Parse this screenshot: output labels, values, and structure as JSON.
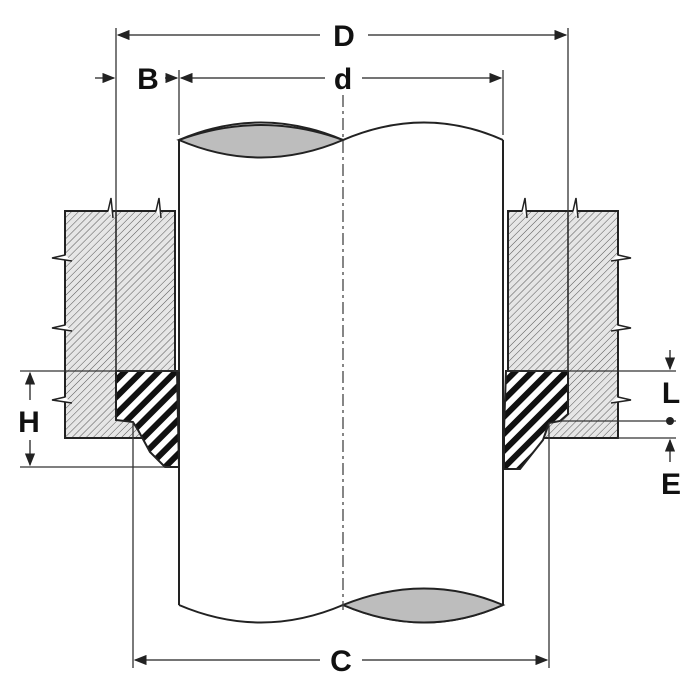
{
  "diagram": {
    "labels": {
      "D": "D",
      "B": "B",
      "d": "d",
      "H": "H",
      "L": "L",
      "E": "E",
      "C": "C"
    },
    "colors": {
      "line": "#222222",
      "plate_hatch_bg": "#e4e4e4",
      "pipe_cut": "#bdbdbd",
      "weld_hatch": "#111111"
    }
  }
}
